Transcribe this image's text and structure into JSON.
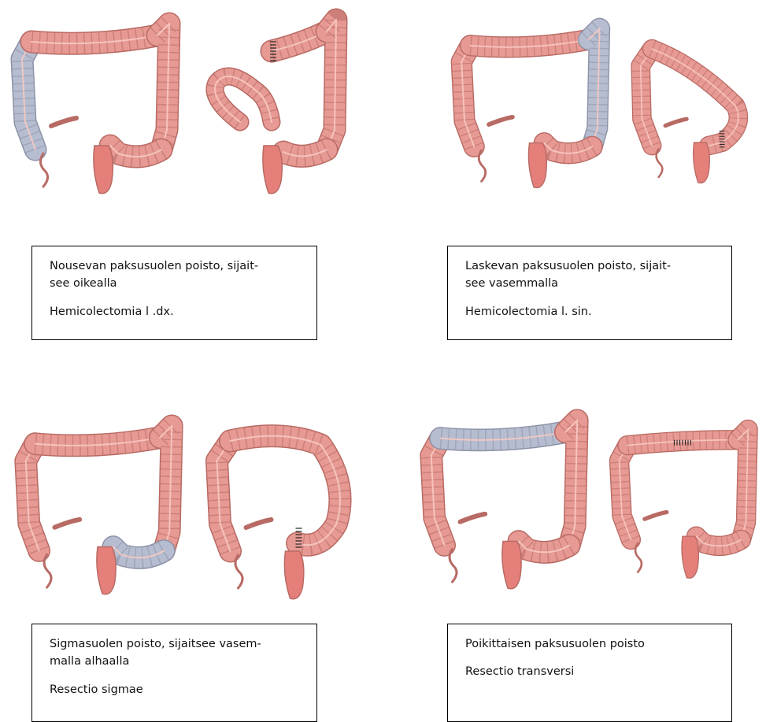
{
  "panels": [
    {
      "caption": "Nousevan paksusuolen poisto, sijait-\nsee oikealla",
      "latin": "Hemicolectomia l .dx."
    },
    {
      "caption": "Laskevan paksusuolen poisto, sijait-\nsee vasemmalla",
      "latin": "Hemicolectomia l. sin."
    },
    {
      "caption": "Sigmasuolen poisto, sijaitsee vasem-\nmalla alhaalla",
      "latin": "Resectio sigmae"
    },
    {
      "caption": "Poikittaisen paksusuolen poisto",
      "latin": "Resectio transversi"
    }
  ],
  "colors": {
    "colon": "#e79a93",
    "colon_edge": "#b86a64",
    "colon_light": "#f6c9c2",
    "resected": "#b7bdd0",
    "resected_edge": "#8d93a8",
    "rectum": "#e57f7a",
    "suture": "#222222"
  },
  "icons": [
    "colon-before-icon",
    "colon-after-icon"
  ]
}
